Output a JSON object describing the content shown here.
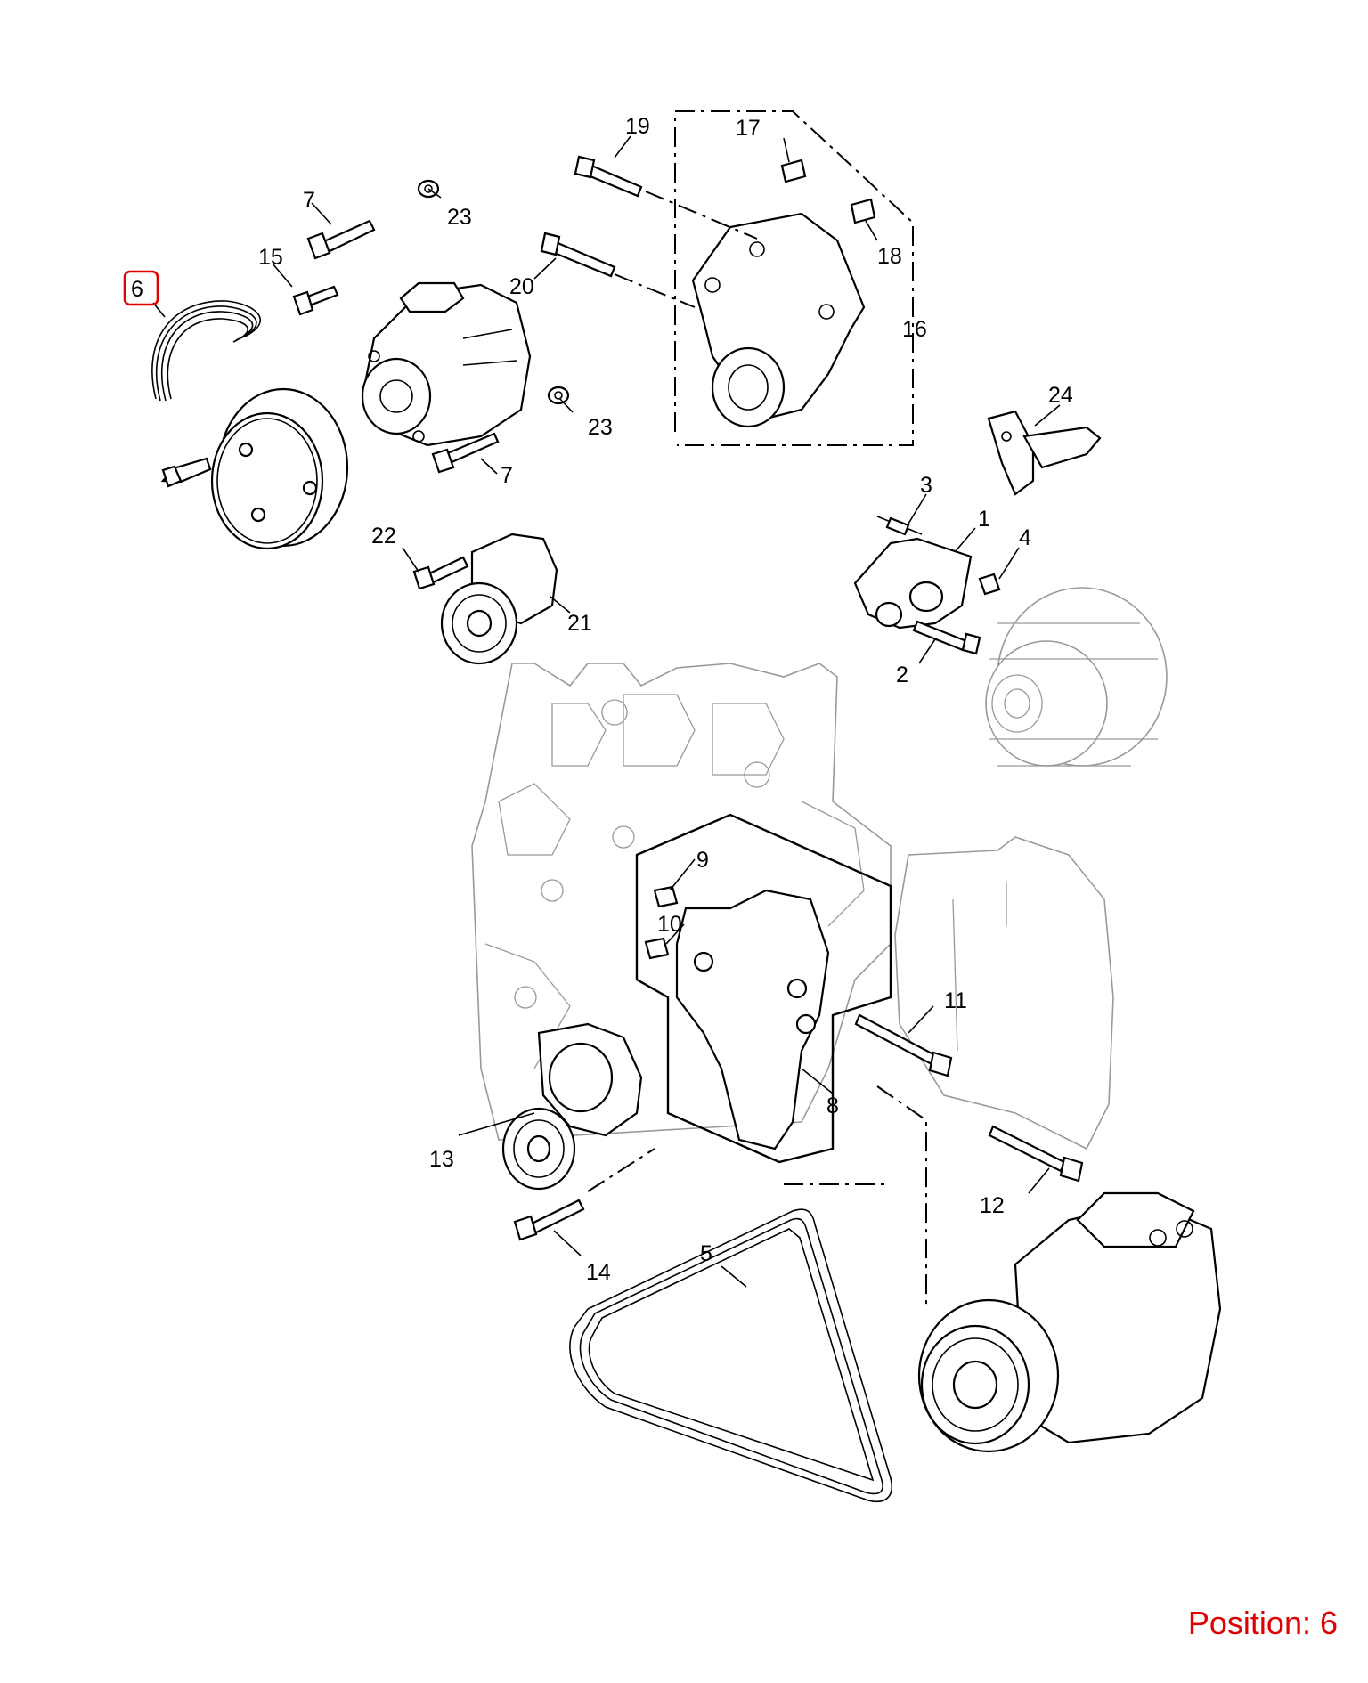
{
  "diagram": {
    "callouts": [
      {
        "id": "c6",
        "text": "6"
      },
      {
        "id": "c7a",
        "text": "7"
      },
      {
        "id": "c7b",
        "text": "7"
      },
      {
        "id": "c15",
        "text": "15"
      },
      {
        "id": "c23a",
        "text": "23"
      },
      {
        "id": "c23b",
        "text": "23"
      },
      {
        "id": "c19",
        "text": "19"
      },
      {
        "id": "c20",
        "text": "20"
      },
      {
        "id": "c17",
        "text": "17"
      },
      {
        "id": "c18",
        "text": "18"
      },
      {
        "id": "c16",
        "text": "16"
      },
      {
        "id": "c24",
        "text": "24"
      },
      {
        "id": "c3",
        "text": "3"
      },
      {
        "id": "c1",
        "text": "1"
      },
      {
        "id": "c4",
        "text": "4"
      },
      {
        "id": "c2",
        "text": "2"
      },
      {
        "id": "c22",
        "text": "22"
      },
      {
        "id": "c21",
        "text": "21"
      },
      {
        "id": "c9",
        "text": "9"
      },
      {
        "id": "c10",
        "text": "10"
      },
      {
        "id": "c11",
        "text": "11"
      },
      {
        "id": "c8",
        "text": "8"
      },
      {
        "id": "c13",
        "text": "13"
      },
      {
        "id": "c12",
        "text": "12"
      },
      {
        "id": "c14",
        "text": "14"
      },
      {
        "id": "c5",
        "text": "5"
      }
    ],
    "highlighted_callout": "6",
    "highlight_color": "#e00000",
    "position_label": "Position: 6"
  }
}
